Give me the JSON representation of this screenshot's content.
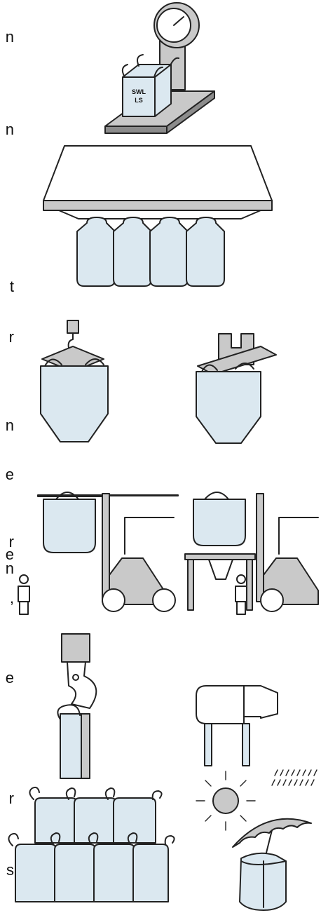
{
  "scale_badge": {
    "line1": "SWL",
    "line2": "LS"
  },
  "left_text_fragments": [
    {
      "id": "frag-1",
      "text": "n"
    },
    {
      "id": "frag-2",
      "text": "n"
    },
    {
      "id": "frag-3",
      "text": "t"
    },
    {
      "id": "frag-4",
      "text": "r"
    },
    {
      "id": "frag-5",
      "text": "n"
    },
    {
      "id": "frag-6",
      "text": "e"
    },
    {
      "id": "frag-7",
      "text": "r"
    },
    {
      "id": "frag-8",
      "text": "e"
    },
    {
      "id": "frag-9",
      "text": "n"
    },
    {
      "id": "frag-10",
      "text": ","
    },
    {
      "id": "frag-11",
      "text": "e"
    },
    {
      "id": "frag-12",
      "text": "r"
    },
    {
      "id": "frag-13",
      "text": "s"
    }
  ],
  "colors": {
    "bag_fill": "#dbe8f0",
    "metal_grey": "#c9c9c9",
    "dark_grey": "#8c8c8c",
    "outline": "#222222",
    "background": "#ffffff"
  }
}
